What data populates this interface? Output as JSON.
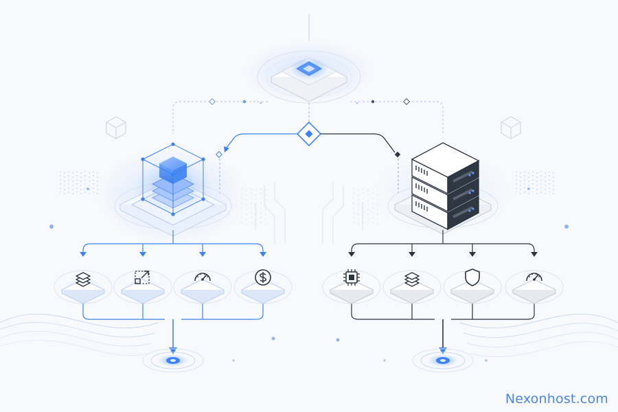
{
  "brand": {
    "watermark": "Nexonhost.com",
    "watermark_color": "#4a86e8"
  },
  "colors": {
    "background": "#f7f9fc",
    "accent_blue": "#3b82f6",
    "dark_line": "#2b3340",
    "soft_line": "#c7d2e0",
    "glow": "#5b9bff"
  },
  "diagram": {
    "top_node": {
      "icon": "glowing-chip-platform-icon"
    },
    "router_node": {
      "icon": "diamond-junction-icon"
    },
    "left_branch": {
      "node_icon": "cloud-cube-icon",
      "theme": "blue",
      "features": [
        {
          "icon": "layers-stack-icon"
        },
        {
          "icon": "resize-scale-icon"
        },
        {
          "icon": "speedometer-icon"
        },
        {
          "icon": "dollar-coin-icon"
        }
      ],
      "output_icon": "blue-target-output-icon"
    },
    "right_branch": {
      "node_icon": "server-rack-icon",
      "theme": "dark",
      "features": [
        {
          "icon": "cpu-chip-icon"
        },
        {
          "icon": "layers-stack-icon"
        },
        {
          "icon": "shield-icon"
        },
        {
          "icon": "speedometer-icon"
        }
      ],
      "output_icon": "blue-target-output-icon"
    }
  }
}
